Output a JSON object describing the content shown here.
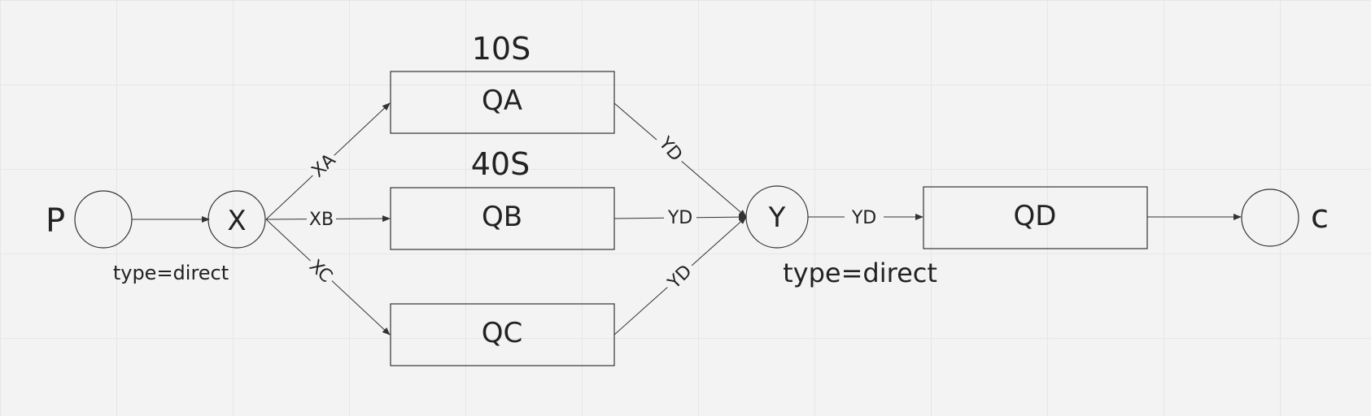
{
  "diagram": {
    "producer": {
      "label": "P"
    },
    "consumer": {
      "label": "c"
    },
    "exchange_x": {
      "label": "X",
      "type_label": "type=direct"
    },
    "exchange_y": {
      "label": "Y",
      "type_label": "type=direct"
    },
    "queues": {
      "qa": {
        "label": "QA",
        "ttl_label": "10S"
      },
      "qb": {
        "label": "QB",
        "ttl_label": "40S"
      },
      "qc": {
        "label": "QC"
      },
      "qd": {
        "label": "QD"
      }
    },
    "routing_keys": {
      "x_to_qa": "XA",
      "x_to_qb": "XB",
      "x_to_qc": "XC",
      "qa_to_y": "YD",
      "qb_to_y": "YD",
      "qc_to_y": "YD",
      "y_to_qd": "YD"
    }
  }
}
